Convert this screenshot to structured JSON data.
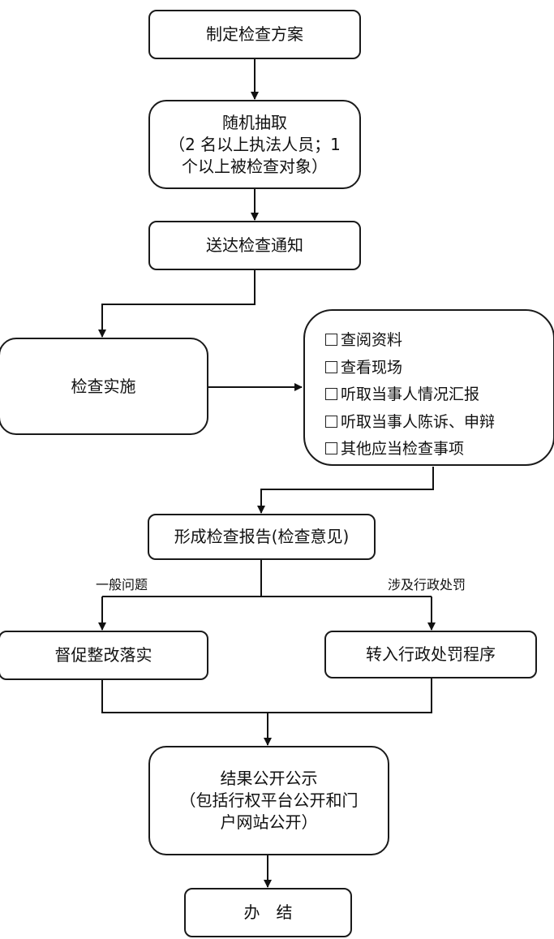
{
  "steps": {
    "plan": "制定检查方案",
    "random": {
      "title": "随机抽取",
      "detail_line1": "（2 名以上执法人员；1",
      "detail_line2": "个以上被检查对象）"
    },
    "notify": "送达检查通知",
    "implement": "检查实施",
    "report": "形成检查报告(检查意见)",
    "rectify": "督促整改落实",
    "penalty": "转入行政处罚程序",
    "publish": {
      "title": "结果公开公示",
      "detail_line1": "（包括行权平台公开和门",
      "detail_line2": "户网站公开）"
    },
    "done": "办　结"
  },
  "check_items": [
    "查阅资料",
    "查看现场",
    "听取当事人情况汇报",
    "听取当事人陈诉、申辩",
    "其他应当检查事项"
  ],
  "branch_labels": {
    "general": "一般问题",
    "penalty": "涉及行政处罚"
  }
}
